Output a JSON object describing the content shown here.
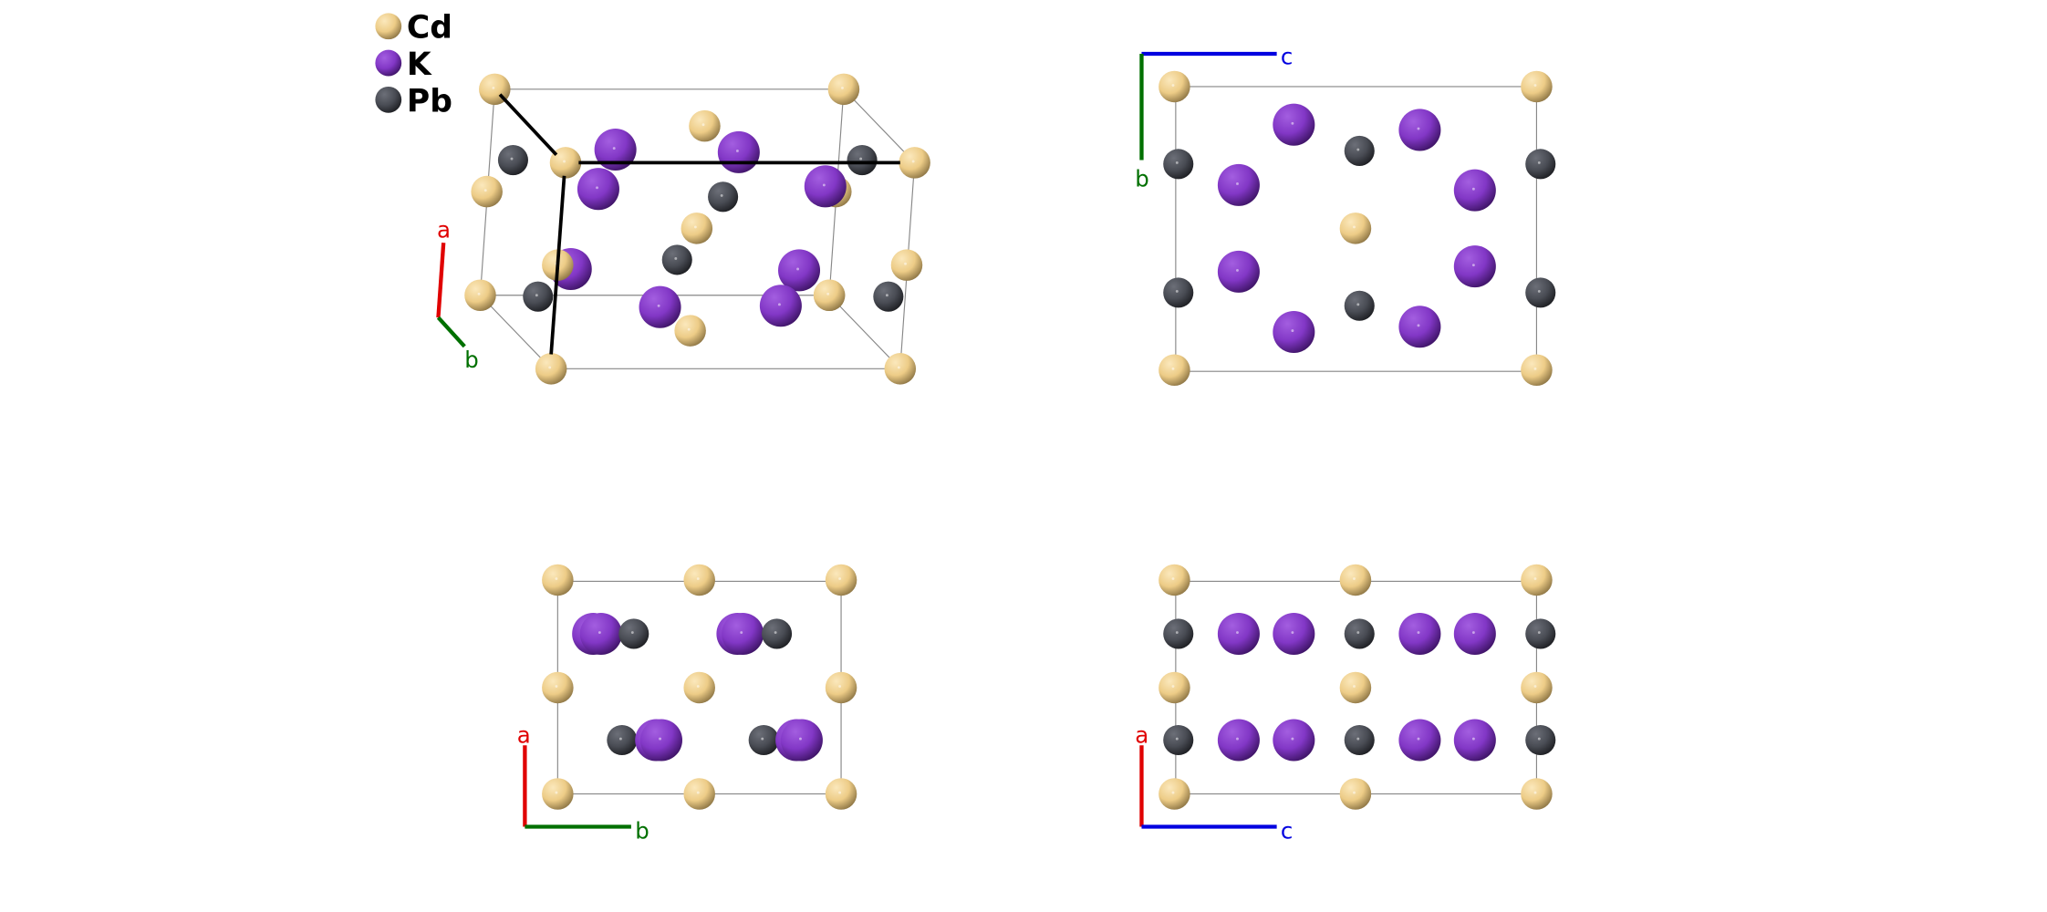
{
  "legend": [
    {
      "element": "Cd",
      "label": "Cd",
      "color": "#f2d391"
    },
    {
      "element": "K",
      "label": "K",
      "color": "#8a3fd0"
    },
    {
      "element": "Pb",
      "label": "Pb",
      "color": "#4b4e56"
    }
  ],
  "axes": {
    "a": {
      "label": "a",
      "color": "#e00000"
    },
    "b": {
      "label": "b",
      "color": "#007000"
    },
    "c": {
      "label": "c",
      "color": "#0000e0"
    }
  },
  "views": [
    {
      "name": "perspective-view",
      "axes": [
        "a",
        "b"
      ]
    },
    {
      "name": "view-along-a",
      "axes": [
        "c",
        "b"
      ]
    },
    {
      "name": "view-along-c",
      "axes": [
        "a",
        "b"
      ]
    },
    {
      "name": "view-along-b",
      "axes": [
        "a",
        "c"
      ]
    }
  ]
}
